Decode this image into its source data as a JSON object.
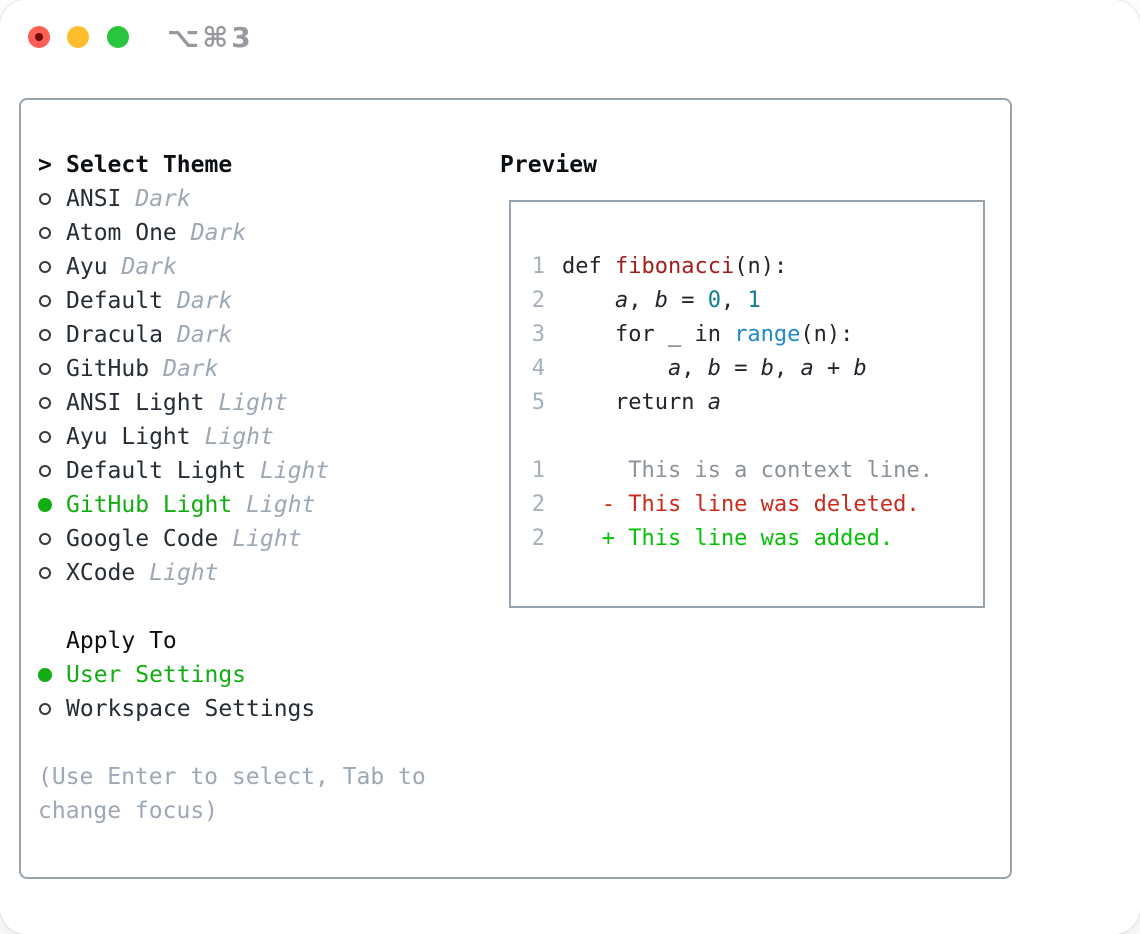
{
  "window": {
    "title": "⌥⌘3"
  },
  "titlebar": {
    "buttons": [
      "close",
      "minimize",
      "zoom"
    ]
  },
  "colors": {
    "selection_green": "#12ad12",
    "added_green": "#06c206",
    "deleted_red": "#cc2b1c",
    "function_red": "#a51c1c",
    "number_teal": "#0f808c",
    "builtin_blue": "#2089c9",
    "muted_gray": "#9da8b4",
    "border_gray": "#99a3ae",
    "text_dark": "#21262c"
  },
  "theme_list": {
    "cursor": ">",
    "header": "Select Theme",
    "items": [
      {
        "label": "ANSI",
        "tag": "Dark",
        "selected": false
      },
      {
        "label": "Atom One",
        "tag": "Dark",
        "selected": false
      },
      {
        "label": "Ayu",
        "tag": "Dark",
        "selected": false
      },
      {
        "label": "Default",
        "tag": "Dark",
        "selected": false
      },
      {
        "label": "Dracula",
        "tag": "Dark",
        "selected": false
      },
      {
        "label": "GitHub",
        "tag": "Dark",
        "selected": false
      },
      {
        "label": "ANSI Light",
        "tag": "Light",
        "selected": false
      },
      {
        "label": "Ayu Light",
        "tag": "Light",
        "selected": false
      },
      {
        "label": "Default Light",
        "tag": "Light",
        "selected": false
      },
      {
        "label": "GitHub Light",
        "tag": "Light",
        "selected": true
      },
      {
        "label": "Google Code",
        "tag": "Light",
        "selected": false
      },
      {
        "label": "XCode",
        "tag": "Light",
        "selected": false
      }
    ]
  },
  "apply_to": {
    "header": "Apply To",
    "options": [
      {
        "label": "User Settings",
        "selected": true
      },
      {
        "label": "Workspace Settings",
        "selected": false
      }
    ]
  },
  "hint": "(Use Enter to select, Tab to change focus)",
  "preview": {
    "header": "Preview",
    "code_lines": [
      {
        "num": "1",
        "tokens": [
          {
            "t": "def ",
            "c": "plain"
          },
          {
            "t": "fibonacci",
            "c": "fn"
          },
          {
            "t": "(n):",
            "c": "plain"
          }
        ]
      },
      {
        "num": "2",
        "tokens": [
          {
            "t": "    ",
            "c": "plain"
          },
          {
            "t": "a",
            "c": "var"
          },
          {
            "t": ", ",
            "c": "plain"
          },
          {
            "t": "b",
            "c": "var"
          },
          {
            "t": " = ",
            "c": "plain"
          },
          {
            "t": "0",
            "c": "num"
          },
          {
            "t": ", ",
            "c": "plain"
          },
          {
            "t": "1",
            "c": "num"
          }
        ]
      },
      {
        "num": "3",
        "tokens": [
          {
            "t": "    for _ in ",
            "c": "plain"
          },
          {
            "t": "range",
            "c": "blue"
          },
          {
            "t": "(n):",
            "c": "plain"
          }
        ]
      },
      {
        "num": "4",
        "tokens": [
          {
            "t": "        ",
            "c": "plain"
          },
          {
            "t": "a",
            "c": "var"
          },
          {
            "t": ", ",
            "c": "plain"
          },
          {
            "t": "b",
            "c": "var"
          },
          {
            "t": " = ",
            "c": "plain"
          },
          {
            "t": "b",
            "c": "var"
          },
          {
            "t": ", ",
            "c": "plain"
          },
          {
            "t": "a",
            "c": "var"
          },
          {
            "t": " + ",
            "c": "plain"
          },
          {
            "t": "b",
            "c": "var"
          }
        ]
      },
      {
        "num": "5",
        "tokens": [
          {
            "t": "    return ",
            "c": "plain"
          },
          {
            "t": "a",
            "c": "var"
          }
        ]
      }
    ],
    "diff_lines": [
      {
        "num": "1",
        "tokens": [
          {
            "t": "     This is a context line.",
            "c": "ctx"
          }
        ]
      },
      {
        "num": "2",
        "tokens": [
          {
            "t": "   - This line was deleted.",
            "c": "del"
          }
        ]
      },
      {
        "num": "2",
        "tokens": [
          {
            "t": "   + This line was added.",
            "c": "add"
          }
        ]
      }
    ]
  }
}
